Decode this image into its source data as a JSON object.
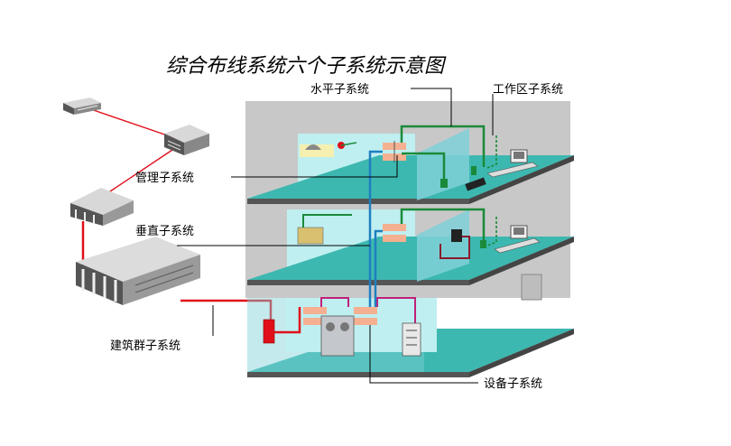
{
  "title": "综合布线系统六个子系统示意图",
  "labels": {
    "horizontal": "水平子系统",
    "work_area": "工作区子系统",
    "management": "管理子系统",
    "vertical": "垂直子系统",
    "campus": "建筑群子系统",
    "equipment": "设备子系统"
  },
  "colors": {
    "floor_top": "#3cb8b0",
    "floor_edge": "#555555",
    "back_wall": "#c8c8c8",
    "room_wall": "#bfeff0",
    "partition": "#7fd0d8",
    "cable_green": "#1a8a3a",
    "cable_blue": "#1f7fc0",
    "cable_red": "#e0101a",
    "cable_magenta": "#c0207a",
    "cable_maroon": "#8a1a2a"
  }
}
